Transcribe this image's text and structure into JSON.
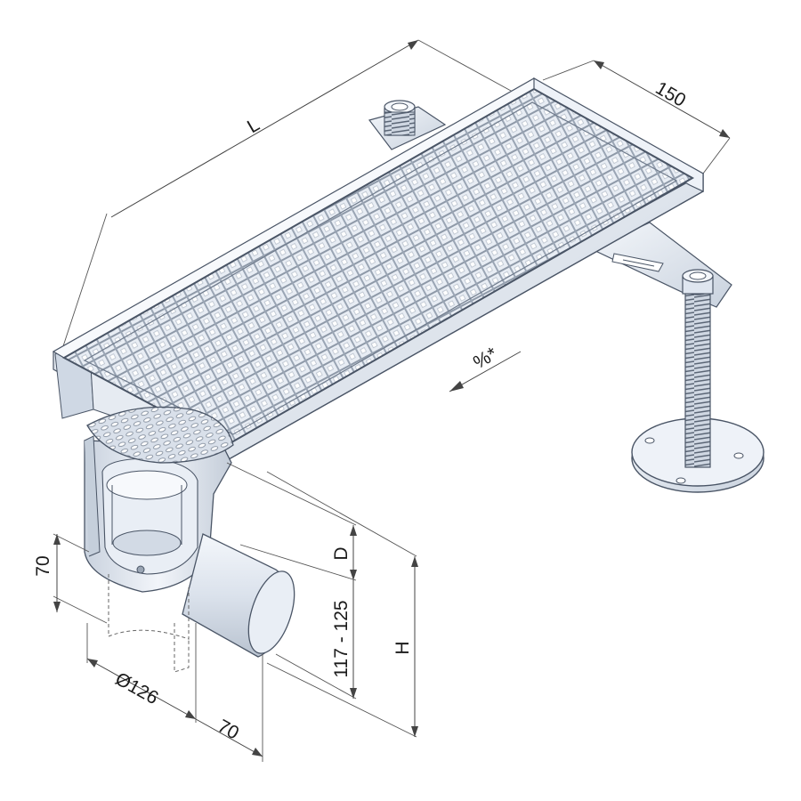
{
  "drawing": {
    "colors": {
      "steel": "#dfe6f0",
      "steel_light": "#eef2f8",
      "steel_dark": "#b6c0ce",
      "edge": "#4a5566",
      "dimension_line": "#444444",
      "text": "#1a1a1a"
    },
    "labels": {
      "length": "L",
      "width": "150",
      "slope": "%*",
      "depth": "D",
      "depth_range": "117 - 125",
      "height": "H",
      "outlet_height": "70",
      "outlet_diameter": "Ø126",
      "outlet_offset": "70"
    }
  }
}
